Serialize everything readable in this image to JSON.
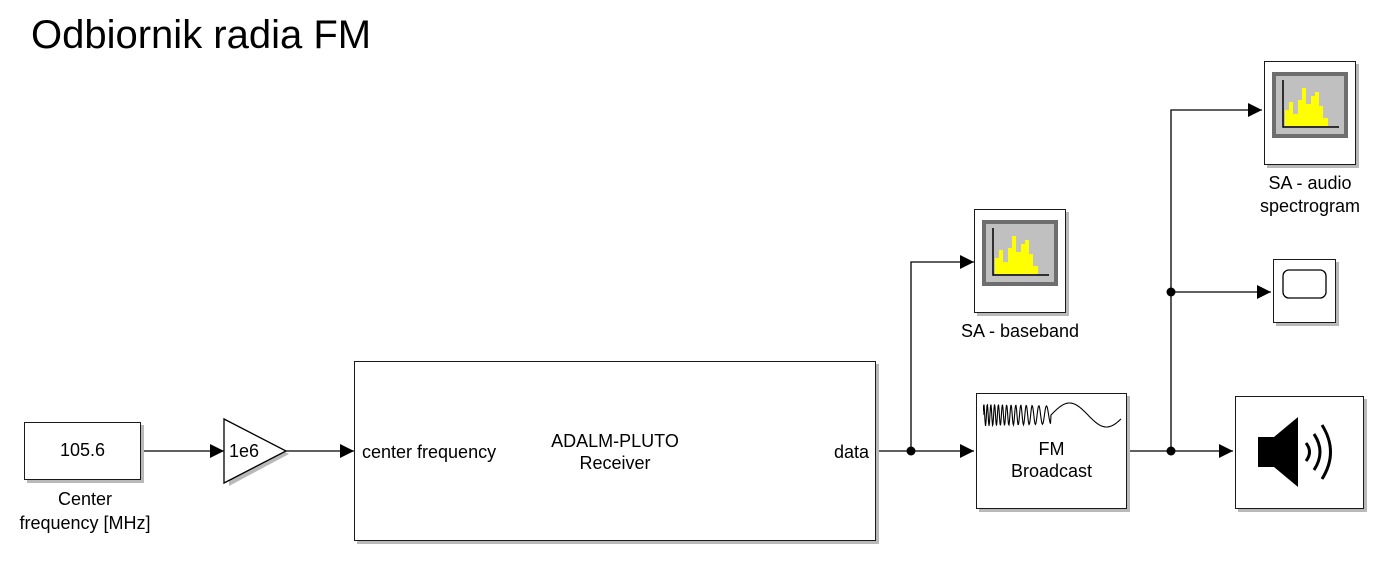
{
  "page": {
    "title": "Odbiornik radia FM"
  },
  "blocks": {
    "center_frequency": {
      "value": "105.6",
      "caption_line1": "Center",
      "caption_line2": "frequency [MHz]"
    },
    "gain": {
      "value": "1e6"
    },
    "pluto_receiver": {
      "name_line1": "ADALM-PLUTO",
      "name_line2": "Receiver",
      "input_port": "center frequency",
      "output_port": "data"
    },
    "sa_baseband": {
      "caption": "SA - baseband",
      "icon": "spectrum-analyzer-icon"
    },
    "fm_broadcast": {
      "name_line1": "FM",
      "name_line2": "Broadcast",
      "icon": "fm-waveform-icon"
    },
    "sa_audio": {
      "caption_line1": "SA - audio",
      "caption_line2": "spectrogram",
      "icon": "spectrum-analyzer-icon"
    },
    "scope": {
      "icon": "scope-icon"
    },
    "audio_device": {
      "icon": "speaker-icon"
    }
  },
  "colors": {
    "spectrum_fill": "#ffff00",
    "spectrum_bg": "#c0c0c0",
    "line": "#000000"
  }
}
